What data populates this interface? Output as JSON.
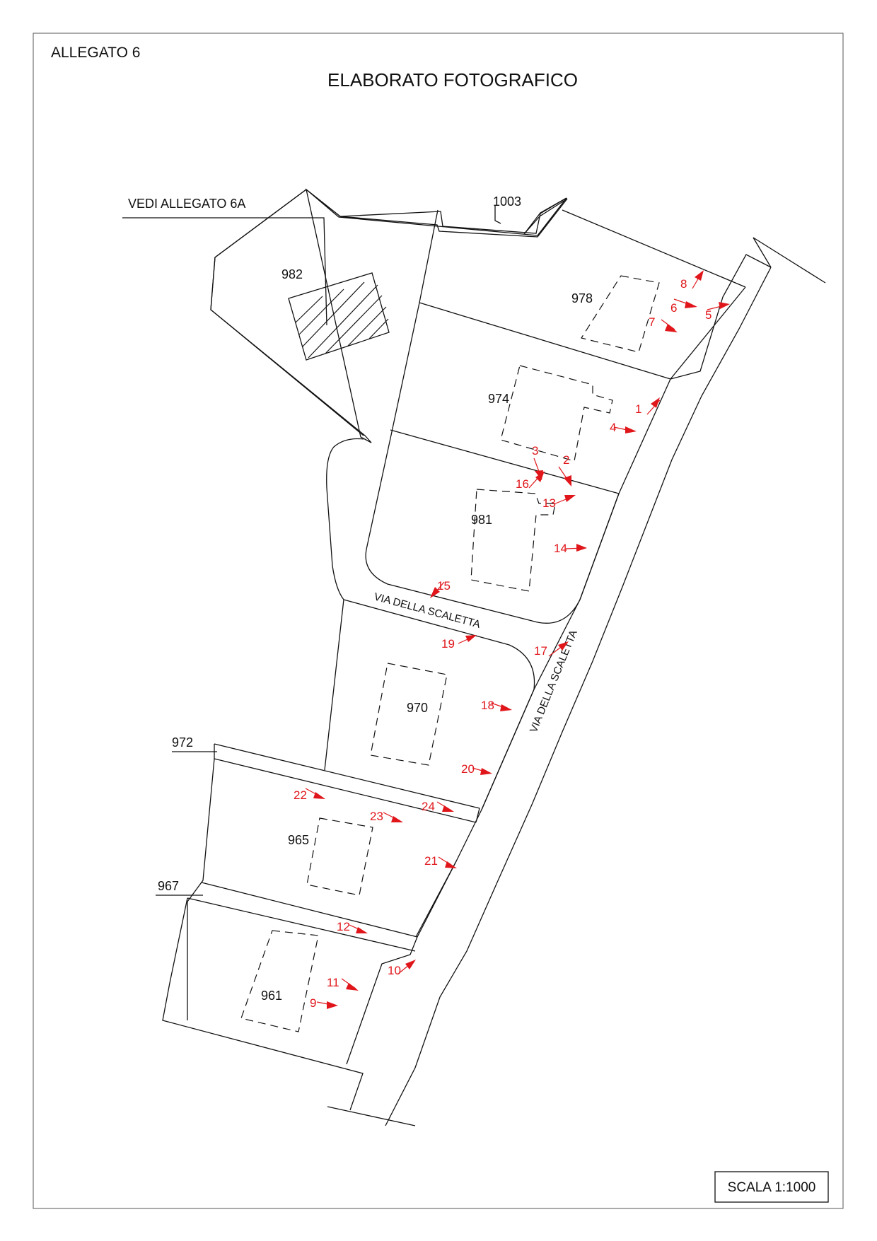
{
  "header": {
    "attachment": "ALLEGATO 6",
    "title": "ELABORATO FOTOGRAFICO"
  },
  "references": {
    "see_attachment": "VEDI ALLEGATO 6A"
  },
  "parcels": {
    "p1003": "1003",
    "p982": "982",
    "p978": "978",
    "p974": "974",
    "p981": "981",
    "p970": "970",
    "p972": "972",
    "p965": "965",
    "p967": "967",
    "p961": "961"
  },
  "streets": {
    "upper": "VIA DELLA SCALETTA",
    "main": "VIA DELLA SCALETTA"
  },
  "photo_points": {
    "p1": "1",
    "p2": "2",
    "p3": "3",
    "p4": "4",
    "p5": "5",
    "p6": "6",
    "p7": "7",
    "p8": "8",
    "p9": "9",
    "p10": "10",
    "p11": "11",
    "p12": "12",
    "p13": "13",
    "p14": "14",
    "p15": "15",
    "p16": "16",
    "p17": "17",
    "p18": "18",
    "p19": "19",
    "p20": "20",
    "p21": "21",
    "p22": "22",
    "p23": "23",
    "p24": "24"
  },
  "scale": {
    "label": "SCALA 1:1000"
  },
  "colors": {
    "linework": "#111111",
    "photo_marker": "#e0161b"
  }
}
